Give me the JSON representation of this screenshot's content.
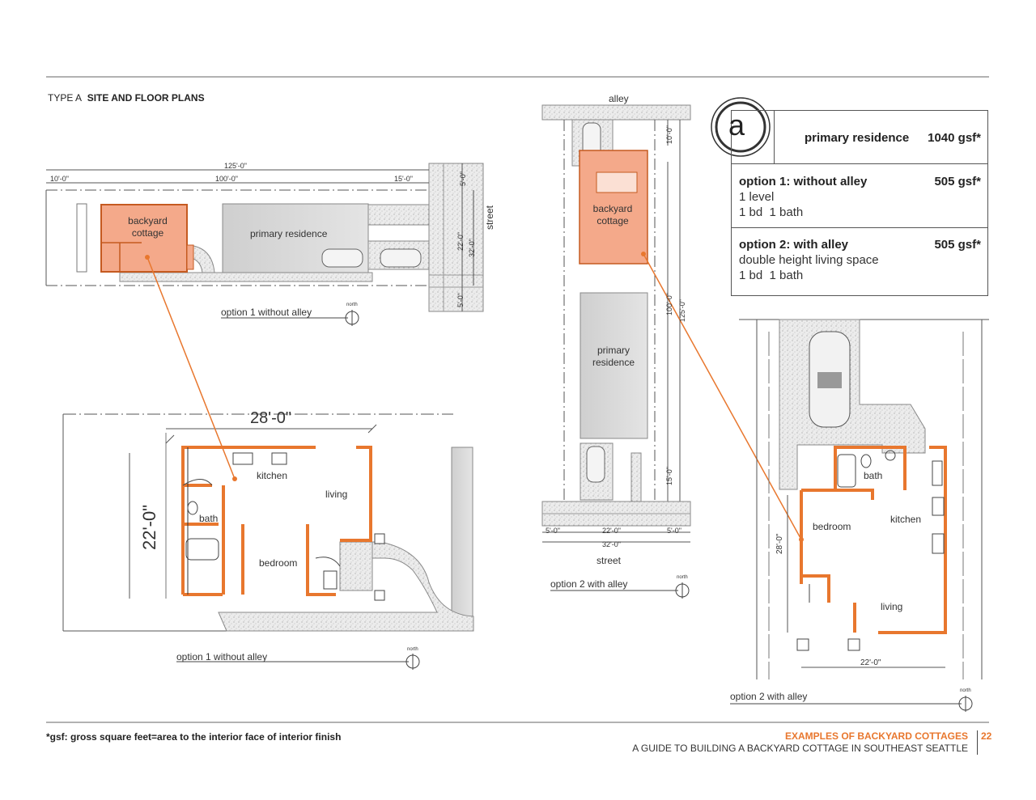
{
  "header": {
    "type": "TYPE A",
    "title": "SITE AND FLOOR PLANS"
  },
  "summary": {
    "badge": "a",
    "primary": {
      "label": "primary residence",
      "value": "1040 gsf*"
    },
    "options": [
      {
        "title": "option 1: without alley",
        "value": "505 gsf*",
        "lines": [
          "1 level",
          "1 bd  1 bath"
        ]
      },
      {
        "title": "option 2: with alley",
        "value": "505 gsf*",
        "lines": [
          "double height living space",
          "1 bd  1 bath"
        ]
      }
    ]
  },
  "plan1_site": {
    "cottage": "backyard cottage",
    "residence": "primary residence",
    "street": "street",
    "caption": "option 1 without alley",
    "north": "north",
    "dims": [
      "125'-0\"",
      "100'-0\"",
      "10'-0\"",
      "15'-0\"",
      "5'-0\"",
      "22'-0\"",
      "32'-0\"",
      "5'-0\""
    ]
  },
  "plan1_floor": {
    "width_dim": "28'-0\"",
    "height_dim": "22'-0\"",
    "rooms": {
      "kitchen": "kitchen",
      "living": "living",
      "bath": "bath",
      "bedroom": "bedroom"
    },
    "caption": "option 1 without alley",
    "north": "north"
  },
  "plan2_site": {
    "alley": "alley",
    "cottage": "backyard cottage",
    "residence": "primary residence",
    "street": "street",
    "caption": "option 2 with alley",
    "north": "north",
    "dims": [
      "10'-0\"",
      "100'-0\"",
      "125'-0\"",
      "15'-0\"",
      "5'-0\"",
      "22'-0\"",
      "5'-0\"",
      "32'-0\""
    ]
  },
  "plan2_floor": {
    "height_dim": "28'-0\"",
    "width_dim": "22'-0\"",
    "rooms": {
      "bath": "bath",
      "bedroom": "bedroom",
      "kitchen": "kitchen",
      "living": "living"
    },
    "caption": "option 2 with alley",
    "north": "north"
  },
  "footer": {
    "footnote": "*gsf: gross square feet=area to the interior face of interior finish",
    "title": "EXAMPLES OF BACKYARD COTTAGES",
    "subtitle": "A GUIDE TO BUILDING A BACKYARD COTTAGE IN SOUTHEAST SEATTLE",
    "page": "22"
  },
  "colors": {
    "accent": "#e8772e",
    "cottage_fill": "#f4a98a",
    "residence_fill": "#d8d8d8",
    "paving": "#e6e6e6"
  }
}
